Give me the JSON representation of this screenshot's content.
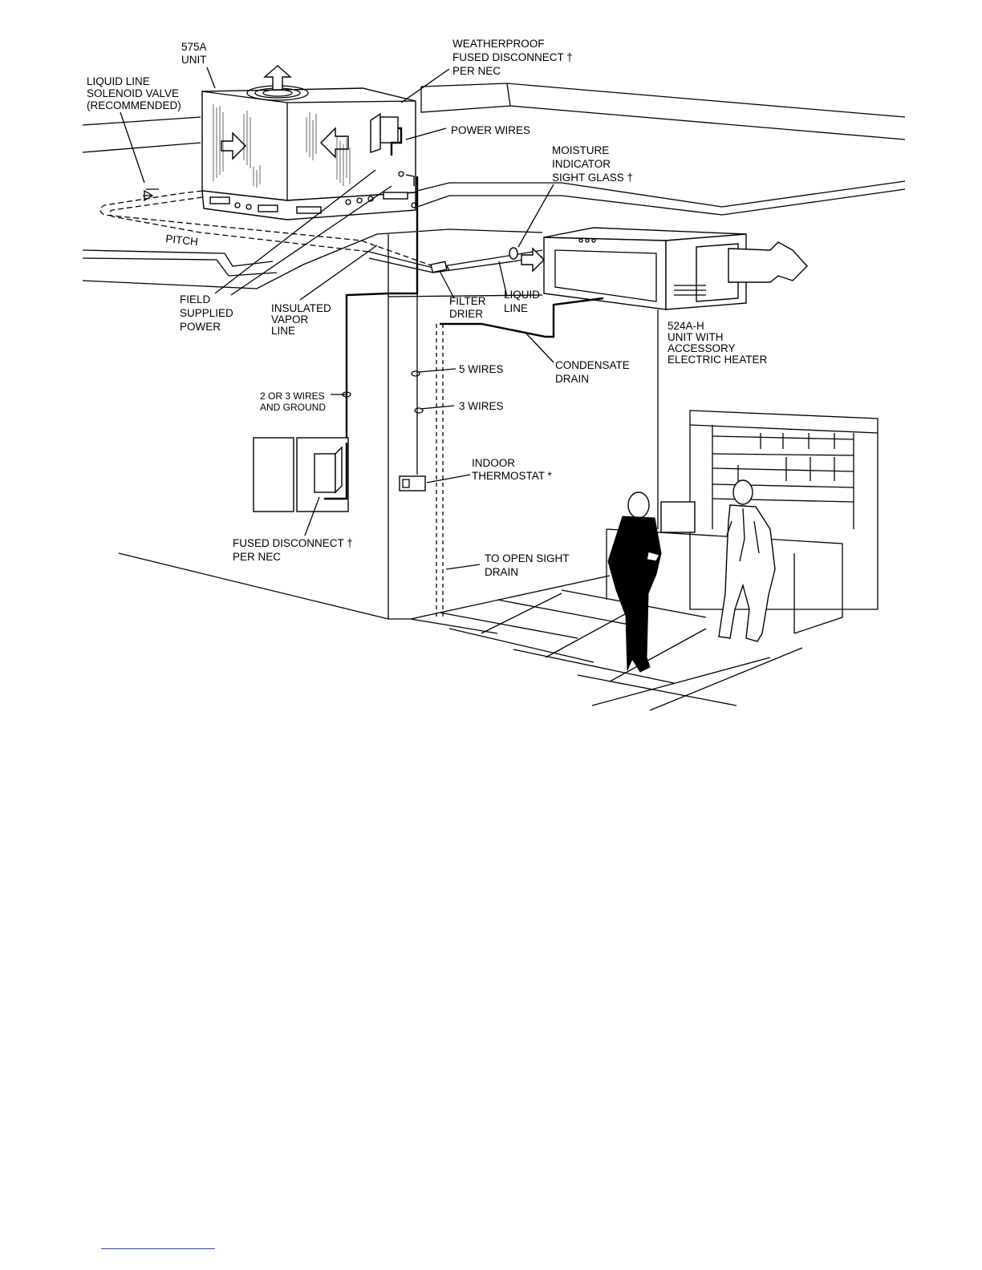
{
  "labels": {
    "unit_575a": [
      "575A",
      "UNIT"
    ],
    "solenoid_valve": [
      "LIQUID LINE",
      "SOLENOID VALVE",
      "(RECOMMENDED)"
    ],
    "weatherproof_disconnect": [
      "WEATHERPROOF",
      "FUSED DISCONNECT †",
      "PER NEC"
    ],
    "power_wires": "POWER WIRES",
    "moisture_indicator": [
      "MOISTURE",
      "INDICATOR",
      "SIGHT GLASS †"
    ],
    "pitch": "PITCH",
    "field_supplied_power": [
      "FIELD",
      "SUPPLIED",
      "POWER"
    ],
    "insulated_vapor_line": [
      "INSULATED",
      "VAPOR",
      "LINE"
    ],
    "filter_drier": [
      "FILTER",
      "DRIER"
    ],
    "liquid_line": [
      "LIQUID",
      "LINE"
    ],
    "unit_524ah": [
      "524A-H",
      "UNIT WITH",
      "ACCESSORY",
      "ELECTRIC HEATER"
    ],
    "five_wires": "5 WIRES",
    "condensate_drain": [
      "CONDENSATE",
      "DRAIN"
    ],
    "two_three_wires": [
      "2 OR 3 WIRES",
      "AND GROUND"
    ],
    "three_wires": "3 WIRES",
    "indoor_thermostat": [
      "INDOOR",
      "THERMOSTAT *"
    ],
    "fused_disconnect": [
      "FUSED DISCONNECT †",
      "PER NEC"
    ],
    "open_sight_drain": [
      "TO OPEN SIGHT",
      "DRAIN"
    ]
  },
  "colors": {
    "line": "#000000",
    "background": "#ffffff",
    "bottom_rule": "#2b44c6"
  }
}
